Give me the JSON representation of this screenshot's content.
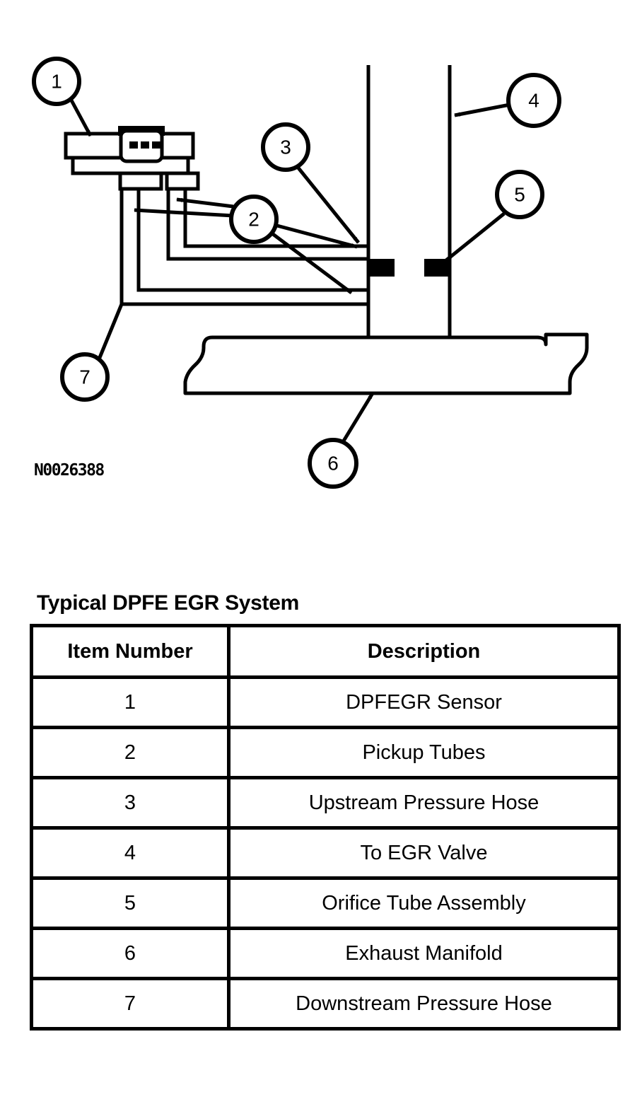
{
  "figure": {
    "id_label": "N0026388",
    "caption": "Typical DPFE EGR System",
    "callouts": [
      {
        "number": "1",
        "target": "DPFEGR Sensor"
      },
      {
        "number": "2",
        "target": "Pickup Tubes"
      },
      {
        "number": "3",
        "target": "Upstream Pressure Hose"
      },
      {
        "number": "4",
        "target": "To EGR Valve"
      },
      {
        "number": "5",
        "target": "Orifice Tube Assembly"
      },
      {
        "number": "6",
        "target": "Exhaust Manifold"
      },
      {
        "number": "7",
        "target": "Downstream Pressure Hose"
      }
    ]
  },
  "table": {
    "headers": {
      "item_number": "Item Number",
      "description": "Description"
    },
    "rows": [
      {
        "item": "1",
        "description": "DPFEGR Sensor"
      },
      {
        "item": "2",
        "description": "Pickup Tubes"
      },
      {
        "item": "3",
        "description": "Upstream Pressure Hose"
      },
      {
        "item": "4",
        "description": "To EGR Valve"
      },
      {
        "item": "5",
        "description": "Orifice Tube Assembly"
      },
      {
        "item": "6",
        "description": "Exhaust Manifold"
      },
      {
        "item": "7",
        "description": "Downstream Pressure Hose"
      }
    ]
  },
  "colors": {
    "ink": "#000000",
    "paper": "#ffffff"
  }
}
